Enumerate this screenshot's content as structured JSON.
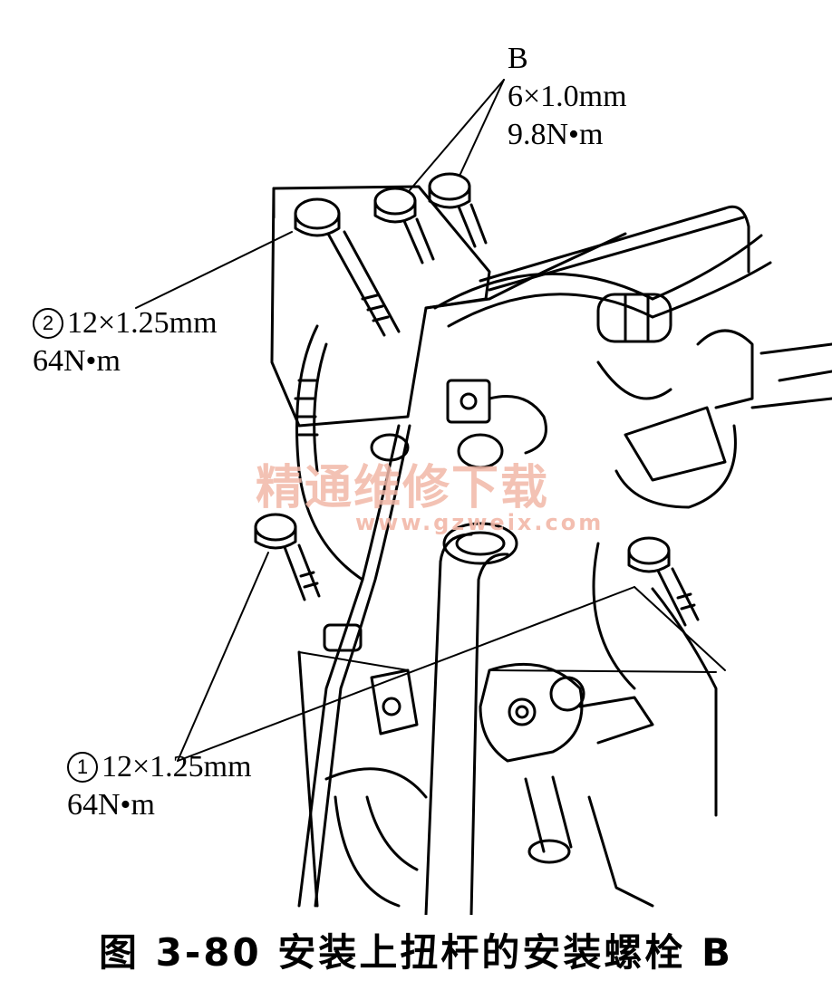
{
  "callouts": {
    "b": {
      "label": "B",
      "size": "6×1.0mm",
      "torque": "9.8N•m"
    },
    "two": {
      "marker": "2",
      "size": "12×1.25mm",
      "torque": "64N•m"
    },
    "one": {
      "marker": "1",
      "size": "12×1.25mm",
      "torque": "64N•m"
    }
  },
  "watermark": {
    "text": "精通维修下载",
    "url": "www.gzweix.com"
  },
  "caption": "图 3-80   安装上扭杆的安装螺栓 B",
  "colors": {
    "ink": "#000000",
    "background": "#ffffff",
    "watermark": "#f2b8a8"
  }
}
